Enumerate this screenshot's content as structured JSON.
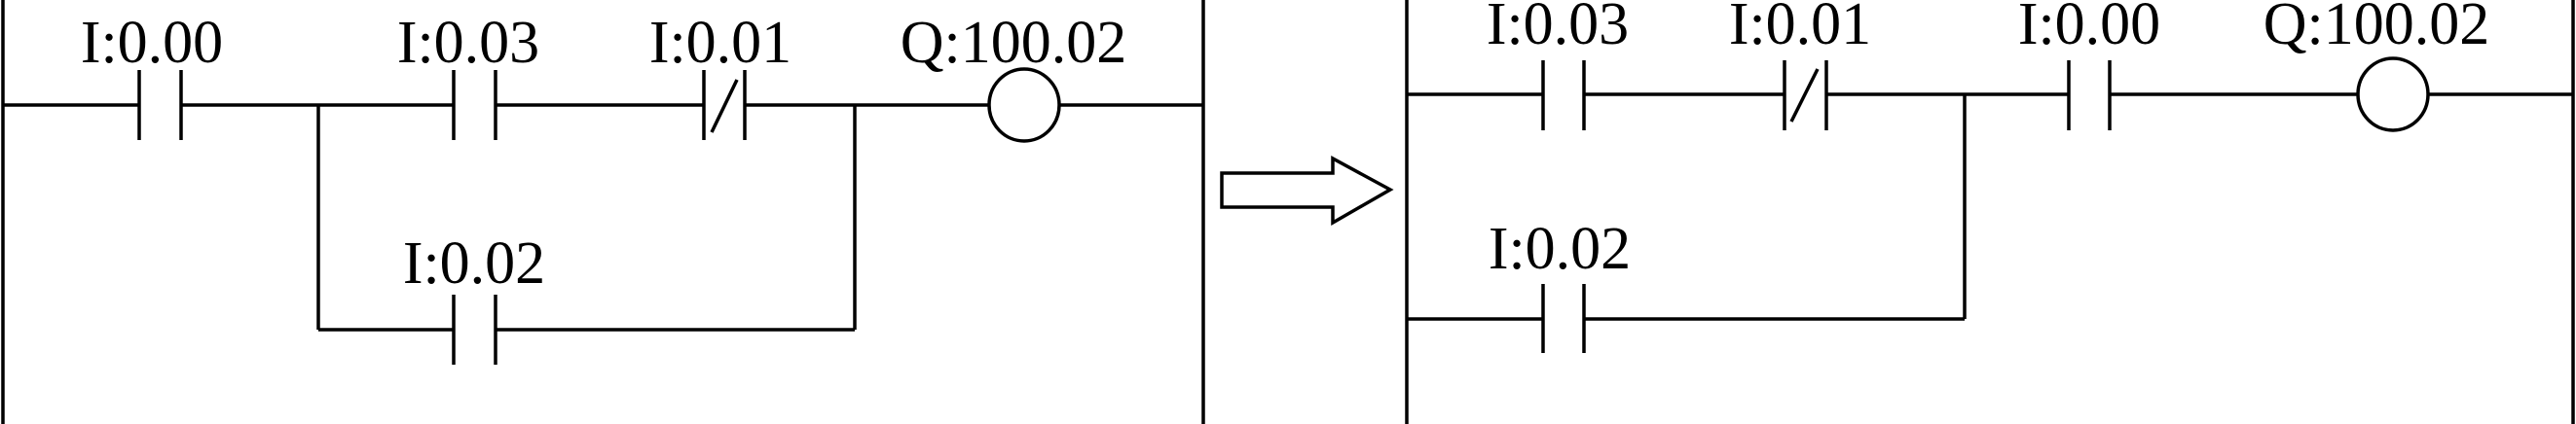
{
  "before": {
    "contacts": {
      "i000": "I:0.00",
      "i003": "I:0.03",
      "i001": "I:0.01",
      "i002": "I:0.02"
    },
    "coil": "Q:100.02"
  },
  "after": {
    "contacts": {
      "i003": "I:0.03",
      "i001": "I:0.01",
      "i000": "I:0.00",
      "i002": "I:0.02"
    },
    "coil": "Q:100.02"
  },
  "arrow_icon": "right-arrow-icon"
}
